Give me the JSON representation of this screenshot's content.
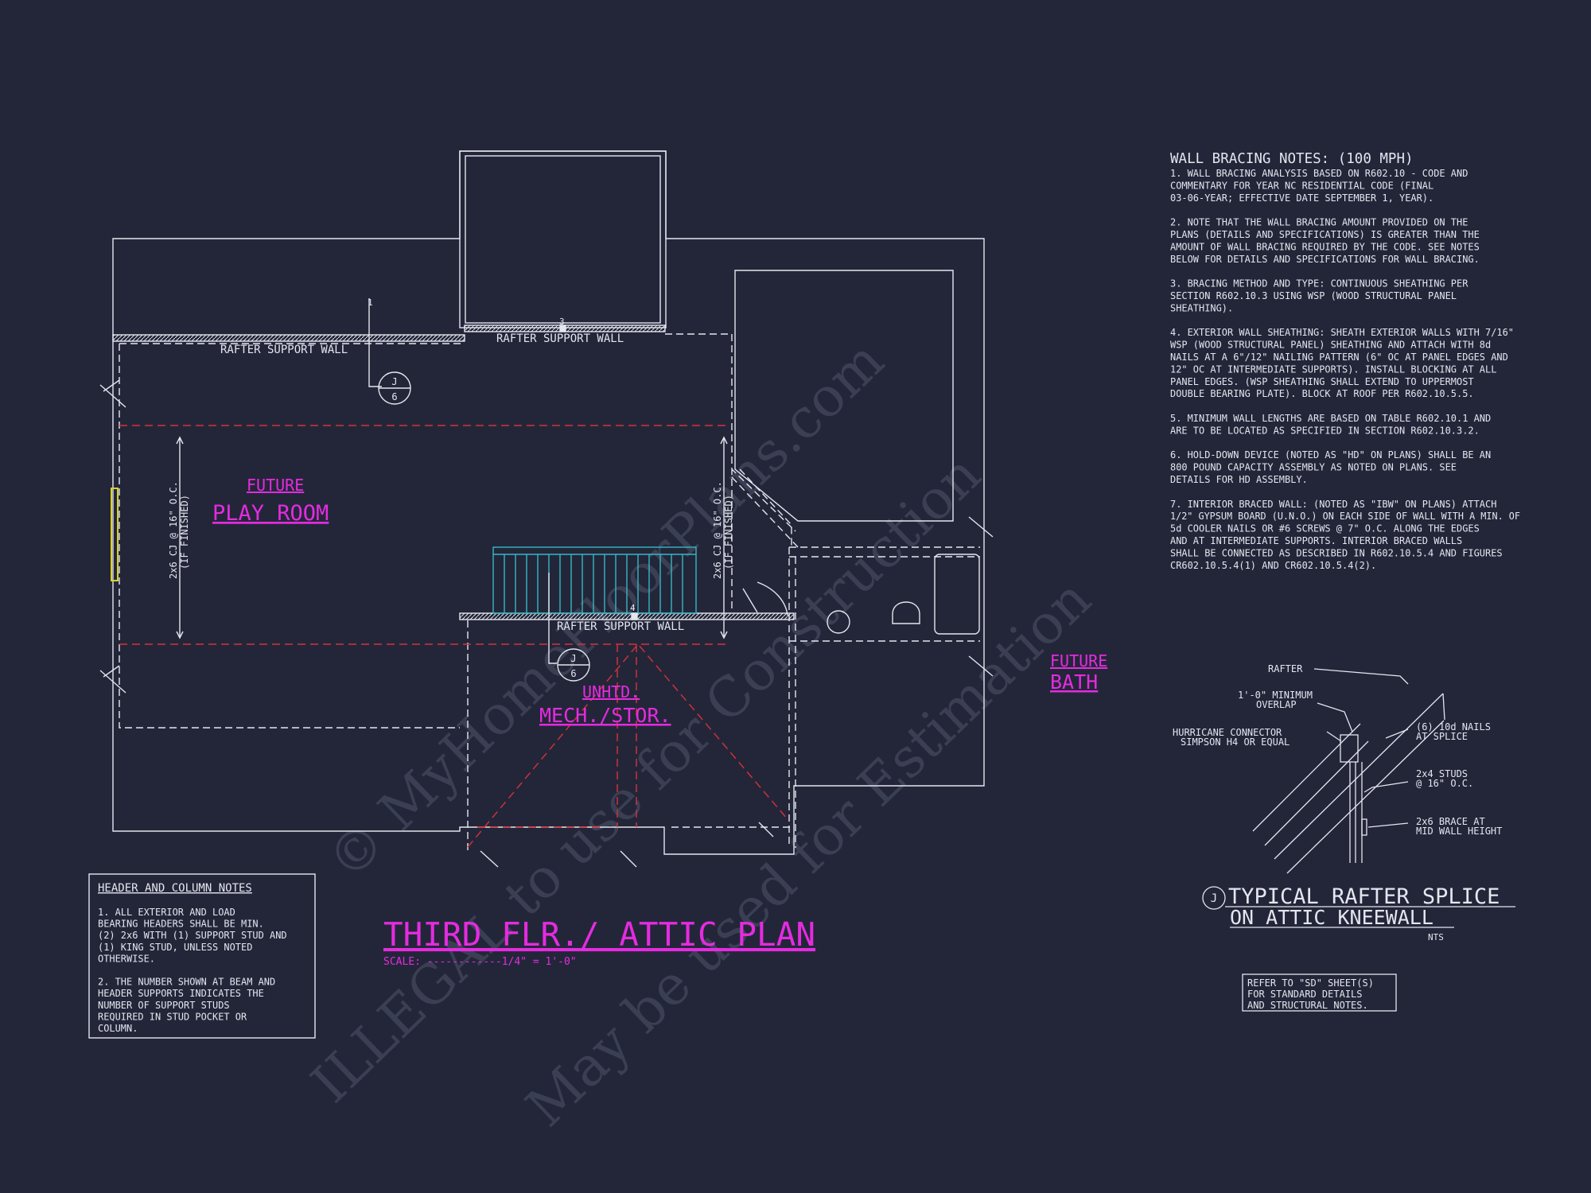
{
  "colors": {
    "background": "#232639",
    "line": "#e3e6ee",
    "magenta": "#e52be0",
    "red": "#d8313a",
    "cyan": "#35b7c4",
    "yellow": "#d9d12a",
    "watermark": "#3b3f54"
  },
  "watermark": {
    "line1": "© MyHomeFloorPlans.com",
    "line2": "ILLEGAL to use for Construction",
    "line3": "May be used for Estimation"
  },
  "plan": {
    "title": "THIRD FLR./ ATTIC PLAN",
    "scale": "SCALE: ------------1/4\" = 1'-0\"",
    "rafter_wall_left": "RAFTER SUPPORT WALL",
    "rafter_wall_top": "RAFTER SUPPORT WALL",
    "rafter_wall_mid": "RAFTER SUPPORT WALL",
    "callout_3": "3",
    "callout_4": "4",
    "callout_1": "1",
    "section_a": {
      "top": "J",
      "bottom": "6"
    },
    "section_b": {
      "top": "J",
      "bottom": "6"
    },
    "play_room_future": "FUTURE",
    "play_room": "PLAY ROOM",
    "mech_line1": "UNHTD.",
    "mech_line2": "MECH./STOR.",
    "bath_future": "FUTURE",
    "bath": "BATH",
    "joist_left": "2x6 CJ @ 16\" O.C.",
    "joist_left_sub": "(IF FINISHED)",
    "joist_right": "2x6 CJ @ 16\" O.C.",
    "joist_right_sub": "(IF FINISHED)"
  },
  "wall_bracing": {
    "title": "WALL BRACING NOTES: (100 MPH)",
    "notes": [
      [
        "1. WALL BRACING ANALYSIS BASED ON R602.10 - CODE AND",
        "COMMENTARY FOR YEAR NC RESIDENTIAL CODE (FINAL",
        "03-06-YEAR; EFFECTIVE DATE SEPTEMBER 1, YEAR)."
      ],
      [
        "2. NOTE THAT THE WALL BRACING AMOUNT PROVIDED ON THE",
        "PLANS (DETAILS AND SPECIFICATIONS) IS GREATER THAN THE",
        "AMOUNT OF WALL BRACING REQUIRED BY THE CODE. SEE NOTES",
        "BELOW FOR DETAILS AND SPECIFICATIONS FOR WALL BRACING."
      ],
      [
        "3. BRACING METHOD AND TYPE: CONTINUOUS SHEATHING PER",
        "SECTION R602.10.3 USING WSP (WOOD STRUCTURAL PANEL",
        "SHEATHING)."
      ],
      [
        "4. EXTERIOR WALL SHEATHING: SHEATH EXTERIOR WALLS WITH 7/16\"",
        "WSP (WOOD STRUCTURAL PANEL) SHEATHING AND ATTACH WITH 8d",
        "NAILS AT A 6\"/12\" NAILING PATTERN (6\" OC AT PANEL EDGES AND",
        "12\" OC AT INTERMEDIATE SUPPORTS). INSTALL BLOCKING AT ALL",
        "PANEL EDGES. (WSP SHEATHING SHALL EXTEND TO UPPERMOST",
        "DOUBLE BEARING PLATE). BLOCK AT ROOF PER R602.10.5.5."
      ],
      [
        "5. MINIMUM WALL LENGTHS ARE BASED ON TABLE R602.10.1 AND",
        "ARE TO BE LOCATED AS SPECIFIED IN SECTION R602.10.3.2."
      ],
      [
        "6. HOLD-DOWN DEVICE (NOTED AS \"HD\" ON PLANS) SHALL BE AN",
        "800 POUND CAPACITY ASSEMBLY AS NOTED ON PLANS. SEE",
        "DETAILS FOR HD ASSEMBLY."
      ],
      [
        "7. INTERIOR BRACED WALL: (NOTED AS \"IBW\" ON PLANS) ATTACH",
        "1/2\" GYPSUM BOARD (U.N.O.) ON EACH SIDE OF WALL WITH A MIN. OF",
        "5d COOLER NAILS OR #6 SCREWS @ 7\" O.C. ALONG THE EDGES",
        "AND AT INTERMEDIATE SUPPORTS. INTERIOR BRACED WALLS",
        "SHALL BE CONNECTED AS DESCRIBED IN R602.10.5.4 AND FIGURES",
        "CR602.10.5.4(1) AND CR602.10.5.4(2)."
      ]
    ]
  },
  "detail": {
    "rafter": "RAFTER",
    "overlap_l1": "1'-0\" MINIMUM",
    "overlap_l2": "OVERLAP",
    "connector_l1": "HURRICANE CONNECTOR",
    "connector_l2": "SIMPSON H4 OR EQUAL",
    "nails_l1": "(6) 10d NAILS",
    "nails_l2": "AT SPLICE",
    "studs_l1": "2x4 STUDS",
    "studs_l2": "@ 16\" O.C.",
    "brace_l1": "2x6 BRACE AT",
    "brace_l2": "MID WALL HEIGHT",
    "bubble": "J",
    "title_l1": "TYPICAL RAFTER SPLICE",
    "title_l2": "ON ATTIC KNEEWALL",
    "nts": "NTS",
    "refer": [
      "REFER TO \"SD\" SHEET(S)",
      "FOR STANDARD DETAILS",
      "AND STRUCTURAL NOTES."
    ]
  },
  "header_notes": {
    "title": "HEADER AND COLUMN NOTES",
    "notes": [
      [
        "1. ALL EXTERIOR AND LOAD",
        "BEARING HEADERS SHALL BE MIN.",
        "(2) 2x6 WITH (1) SUPPORT STUD AND",
        "(1) KING STUD, UNLESS NOTED",
        "OTHERWISE."
      ],
      [
        "2. THE NUMBER SHOWN AT BEAM AND",
        "HEADER SUPPORTS INDICATES THE",
        "NUMBER OF SUPPORT STUDS",
        "REQUIRED IN STUD POCKET OR",
        "COLUMN."
      ]
    ]
  }
}
